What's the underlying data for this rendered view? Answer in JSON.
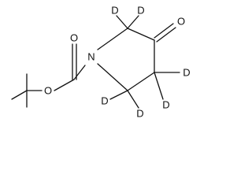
{
  "structure": {
    "atoms": {
      "oxygen_ketone": "O",
      "nitrogen": "N",
      "oxygen_carbonyl": "O",
      "oxygen_ester": "O",
      "d1": "D",
      "d2": "D",
      "d3": "D",
      "d4": "D",
      "d5": "D",
      "d6": "D"
    }
  }
}
